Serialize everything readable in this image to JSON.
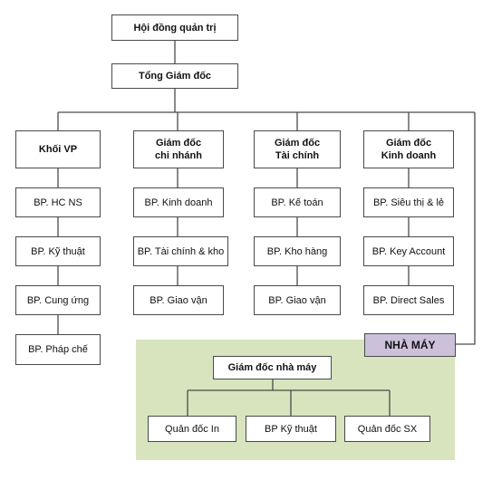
{
  "org": {
    "board": "Hội đồng quản trị",
    "ceo": "Tổng Giám đốc",
    "columns": [
      {
        "head": [
          "Khối VP"
        ],
        "units": [
          "BP. HC NS",
          "BP. Kỹ thuật",
          "BP. Cung ứng",
          "BP. Pháp chế"
        ]
      },
      {
        "head": [
          "Giám đốc",
          "chi nhánh"
        ],
        "units": [
          "BP. Kinh doanh",
          "BP. Tài chính & kho",
          "BP. Giao vận"
        ]
      },
      {
        "head": [
          "Giám đốc",
          "Tài chính"
        ],
        "units": [
          "BP. Kế toán",
          "BP. Kho hàng",
          "BP. Giao vận"
        ]
      },
      {
        "head": [
          "Giám đốc",
          "Kinh doanh"
        ],
        "units": [
          "BP. Siêu thị & lẻ",
          "BP. Key Account",
          "BP. Direct Sales"
        ]
      }
    ],
    "factory": {
      "tag": "NHÀ MÁY",
      "director": "Giám đốc nhà máy",
      "units": [
        "Quản đốc In",
        "BP Kỹ thuật",
        "Quản đốc SX"
      ]
    }
  },
  "colors": {
    "box_border": "#4a4a4a",
    "factory_bg": "#d7e4bd",
    "factory_tag_bg": "#ccc0da"
  }
}
